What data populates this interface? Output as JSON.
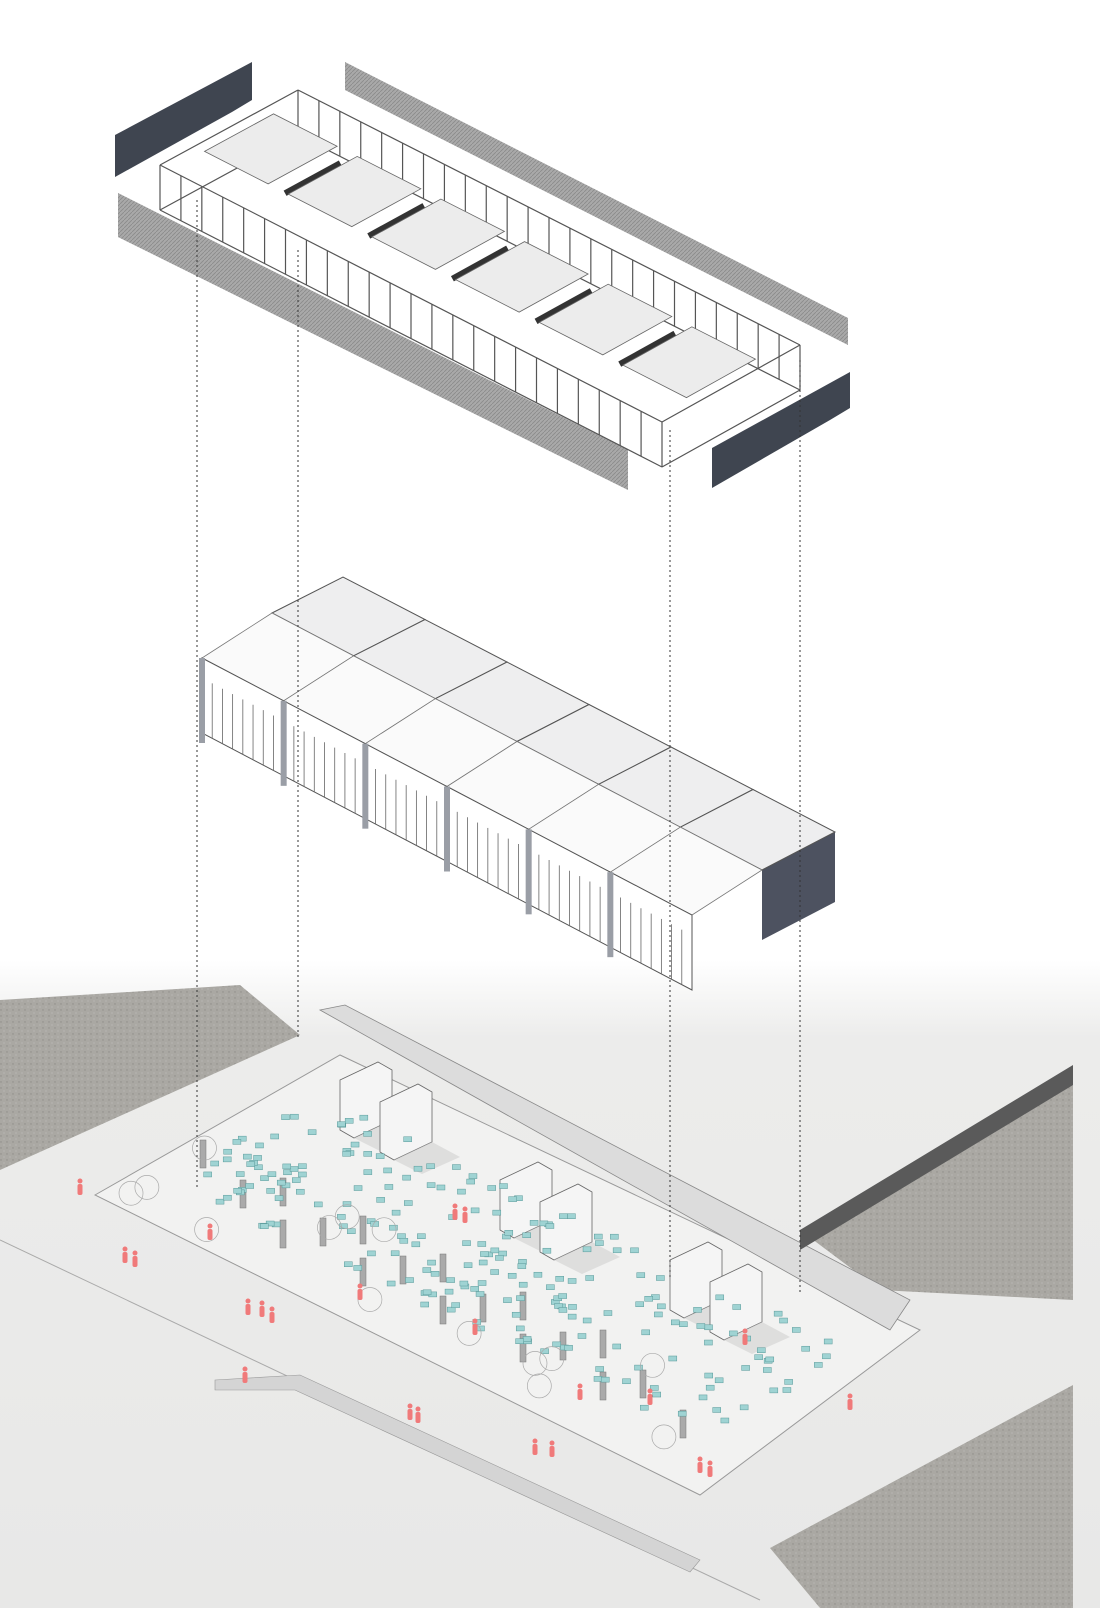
{
  "diagram": {
    "type": "exploded axonometric",
    "layers": [
      "roof-structure",
      "building-modules",
      "ground-plan"
    ],
    "colors": {
      "dark_panel": "#3f4550",
      "hatched_wall": "#9a9a9a",
      "roof_panel": "#ececec",
      "ground": "#e6e6e4",
      "textured_ground": "#a8a6a1",
      "furniture": "#9fd3d3",
      "people": "#f07a7a"
    },
    "icons": [
      "person-figure",
      "table-set",
      "tree",
      "pavilion"
    ]
  }
}
